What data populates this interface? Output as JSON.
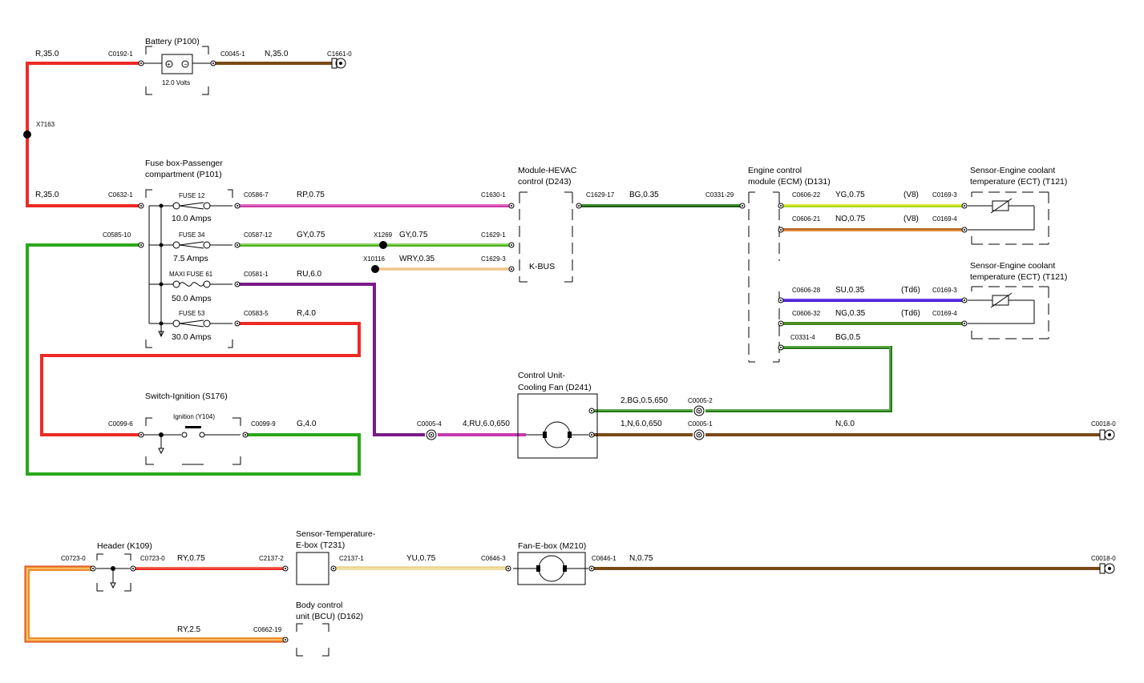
{
  "diagram": {
    "components": {
      "battery": "Battery (P100)",
      "battery_volts": "12.0 Volts",
      "fusebox_l1": "Fuse box-Passenger",
      "fusebox_l2": "compartment (P101)",
      "hevac_l1": "Module-HEVAC",
      "hevac_l2": "control (D243)",
      "kbus": "K-BUS",
      "ecm_l1": "Engine control",
      "ecm_l2": "module (ECM) (D131)",
      "ect1_l1": "Sensor-Engine coolant",
      "ect1_l2": "temperature (ECT) (T121)",
      "ect2_l1": "Sensor-Engine coolant",
      "ect2_l2": "temperature (ECT) (T121)",
      "fan_l1": "Control Unit-",
      "fan_l2": "Cooling Fan (D241)",
      "ignition": "Switch-Ignition (S176)",
      "ignition_sub": "Ignition (Y104)",
      "header": "Header (K109)",
      "tempsensor_l1": "Sensor-Temperature-",
      "tempsensor_l2": "E-box (T231)",
      "fanebox": "Fan-E-box (M210)",
      "bcu_l1": "Body control",
      "bcu_l2": "unit (BCU) (D162)"
    },
    "fuses": {
      "f12_name": "FUSE 12",
      "f12_rating": "10.0 Amps",
      "f34_name": "FUSE 34",
      "f34_rating": "7.5 Amps",
      "f61_name": "MAXI FUSE 61",
      "f61_rating": "50.0 Amps",
      "f53_name": "FUSE 53",
      "f53_rating": "30.0 Amps"
    },
    "connectors": {
      "c0192_1": "C0192-1",
      "c0045_1": "C0045-1",
      "c1661_0": "C1661-0",
      "x7163": "X7163",
      "c0632_1": "C0632-1",
      "c0585_10": "C0585-10",
      "c0586_7": "C0586-7",
      "c0587_12": "C0587-12",
      "c0581_1": "C0581-1",
      "c0583_5": "C0583-5",
      "x1269": "X1269",
      "x10116": "X10116",
      "c1630_1": "C1630-1",
      "c1629_1": "C1629-1",
      "c1629_3": "C1629-3",
      "c1629_17": "C1629-17",
      "c0331_29": "C0331-29",
      "c0606_22": "C0606-22",
      "c0606_21": "C0606-21",
      "c0606_28": "C0606-28",
      "c0606_32": "C0606-32",
      "c0331_4": "C0331-4",
      "c0169_3a": "C0169-3",
      "c0169_4a": "C0169-4",
      "c0169_3b": "C0169-3",
      "c0169_4b": "C0169-4",
      "c0099_6": "C0099-6",
      "c0099_9": "C0099-9",
      "c0005_4": "C0005-4",
      "c0005_2": "C0005-2",
      "c0005_1": "C0005-1",
      "c0018_0a": "C0018-0",
      "c0018_0b": "C0018-0",
      "c0723_0a": "C0723-0",
      "c0723_0b": "C0723-0",
      "c2137_2": "C2137-2",
      "c2137_1": "C2137-1",
      "c0646_3": "C0646-3",
      "c0646_1": "C0646-1",
      "c0662_19": "C0662-19"
    },
    "wires": {
      "w_r35_top": "R,35.0",
      "w_n35": "N,35.0",
      "w_r35_mid": "R,35.0",
      "w_rp": "RP,0.75",
      "w_gy1": "GY,0.75",
      "w_gy2": "GY,0.75",
      "w_wry": "WRY,0.35",
      "w_ru": "RU,6.0",
      "w_r4": "R,4.0",
      "w_bg035": "BG,0.35",
      "w_yg": "YG,0.75",
      "w_no": "NO,0.75",
      "w_su": "SU,0.35",
      "w_ng": "NG,0.35",
      "w_bg05": "BG,0.5",
      "v8a": "(V8)",
      "v8b": "(V8)",
      "td6a": "(Td6)",
      "td6b": "(Td6)",
      "w_2bg": "2,BG,0.5,650",
      "w_4ru": "4,RU,6.0,650",
      "w_1n": "1,N,6.0,650",
      "w_n6": "N,6.0",
      "w_g4": "G,4.0",
      "w_ry075": "RY,0.75",
      "w_yu": "YU,0.75",
      "w_n075": "N,0.75",
      "w_ry25": "RY,2.5"
    },
    "colors": {
      "red": "#ee2a24",
      "brown": "#7a4a17",
      "green": "#2aa81a",
      "pink": "#cf3aa8",
      "magenta": "#c43ab0",
      "purple": "#7a1a8a",
      "darkgreen": "#1f5e12",
      "yellow": "#e8e620",
      "orange": "#e88a3a",
      "blue": "#4a1ad8",
      "olive": "#4c8a22",
      "cream": "#f4e2b0"
    }
  }
}
